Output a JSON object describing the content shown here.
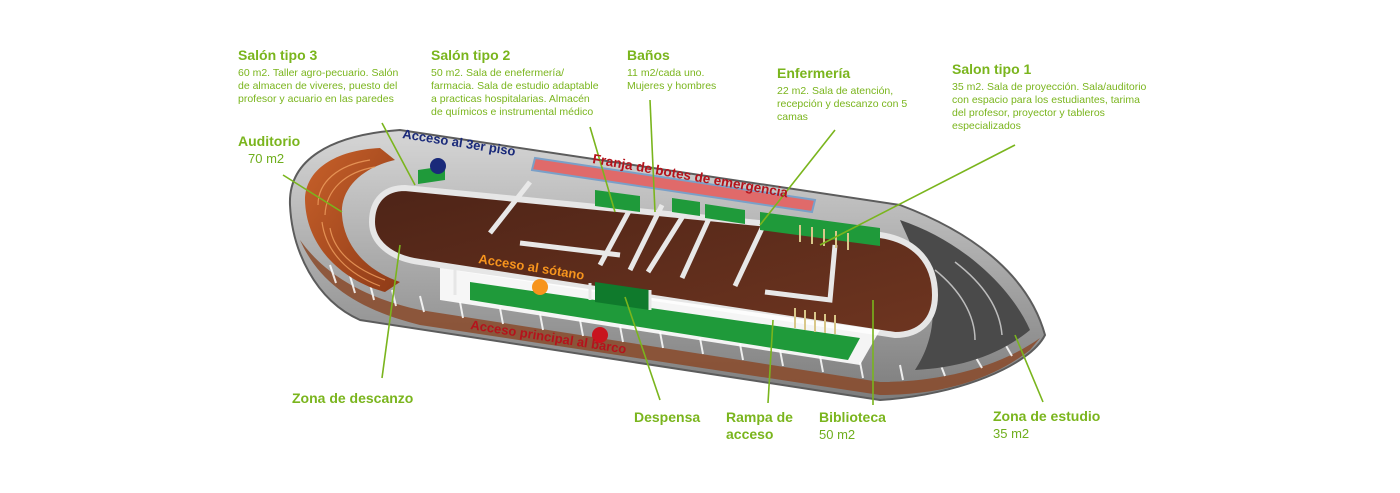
{
  "colors": {
    "accent_green": "#7ab51d",
    "red_label": "#b5121b",
    "blue_label": "#1a2a7a",
    "orange_label": "#f7941d",
    "floor_brown": "#5a2a1a",
    "hull_grey": "#a8a8a8",
    "room_green": "#1f9a3a"
  },
  "labels": {
    "salon3": {
      "title": "Salón tipo 3",
      "lines": [
        "60 m2. Taller agro-pecuario. Salón",
        "de almacen de viveres, puesto del",
        "profesor y acuario en las paredes"
      ]
    },
    "salon2": {
      "title": "Salón tipo 2",
      "lines": [
        "50 m2.  Sala de enefermería/",
        "farmacia. Sala de estudio adaptable",
        "a practicas hospitalarias. Almacén",
        "de químicos e instrumental médico"
      ]
    },
    "banos": {
      "title": "Baños",
      "lines": [
        "11 m2/cada uno.",
        "Mujeres y hombres"
      ]
    },
    "enfermeria": {
      "title": "Enfermería",
      "lines": [
        "22 m2. Sala de atención,",
        "recepción y descanzo con 5",
        "camas"
      ]
    },
    "salon1": {
      "title": "Salon tipo 1",
      "lines": [
        "35 m2. Sala de proyección. Sala/auditorio",
        "con espacio para los estudiantes, tarima",
        "del profesor,      proyector y tableros",
        "especializados"
      ]
    },
    "auditorio": {
      "title": "Auditorio",
      "sub": "70 m2"
    },
    "zona_descanzo": {
      "title": "Zona de descanzo"
    },
    "despensa": {
      "title": "Despensa"
    },
    "rampa": {
      "title_l1": "Rampa  de",
      "title_l2": "acceso"
    },
    "biblioteca": {
      "title": "Biblioteca",
      "sub": "50 m2"
    },
    "zona_estudio": {
      "title": "Zona de estudio",
      "sub": "35 m2"
    }
  },
  "access": {
    "tercer_piso": "Acceso al 3er piso",
    "sotano": "Acceso al sótano",
    "principal": "Acceso principal al barco",
    "botes": "Franja de botes de emergencia"
  }
}
